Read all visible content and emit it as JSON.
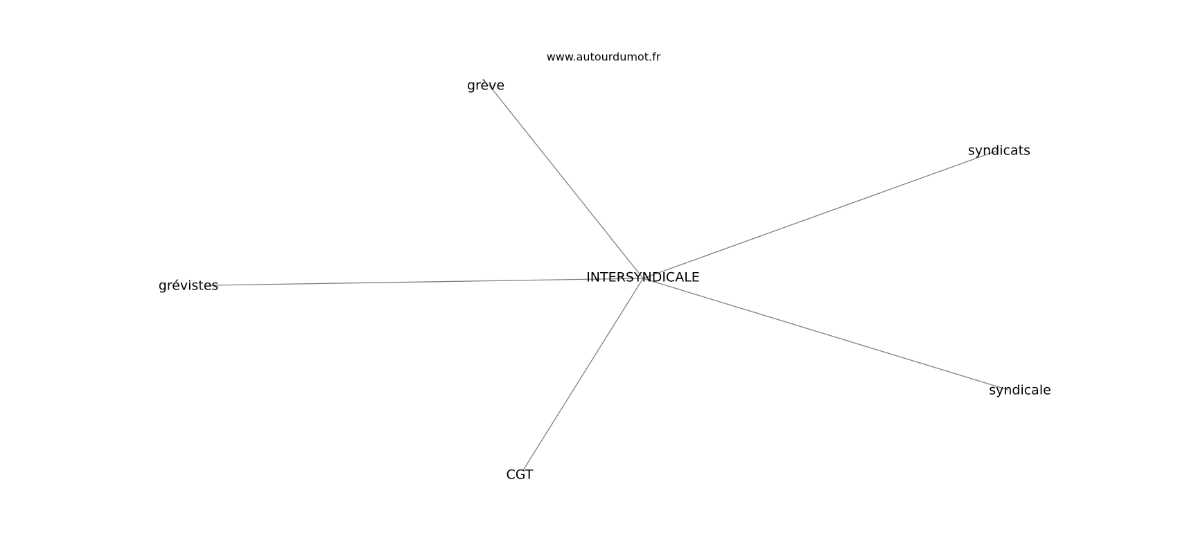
{
  "header": {
    "site": "www.autourdumot.fr"
  },
  "graph": {
    "center": "INTERSYNDICALE",
    "words": [
      "grève",
      "syndicats",
      "grévistes",
      "syndicale",
      "CGT"
    ],
    "edge_color": "#808080",
    "text_color": "#000000"
  }
}
